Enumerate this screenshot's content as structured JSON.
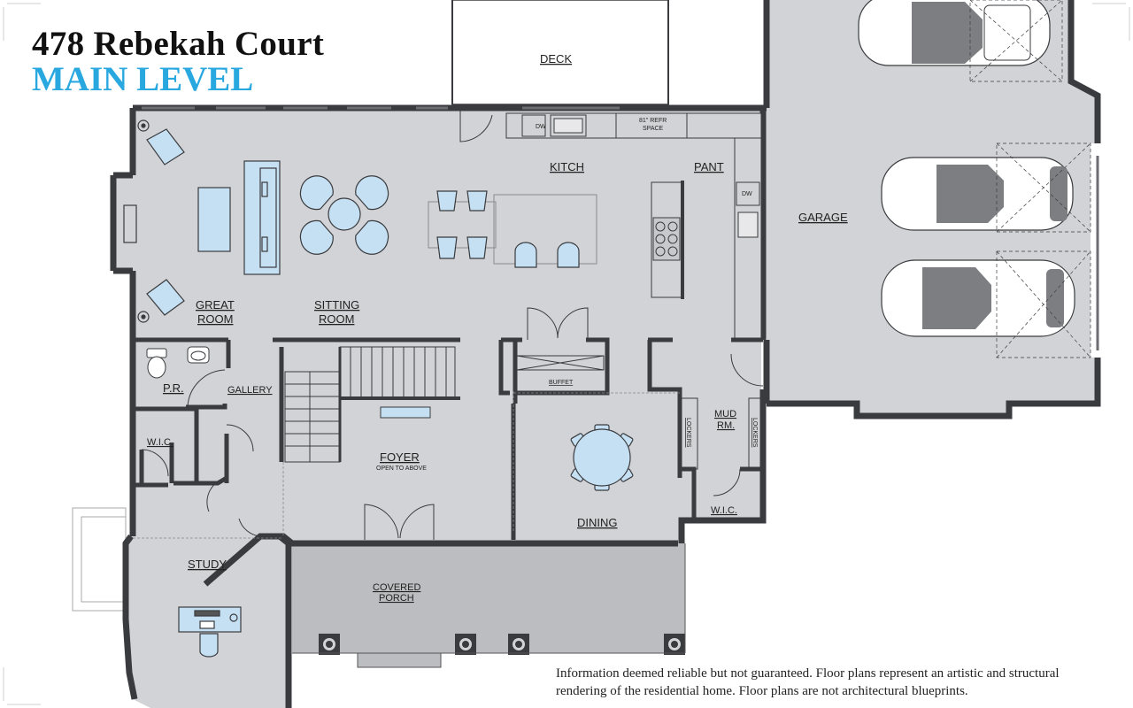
{
  "header": {
    "title": "478 Rebekah Court",
    "subtitle": "MAIN LEVEL"
  },
  "colors": {
    "floor": "#d2d3d6",
    "wall": "#3a3b3e",
    "furniture": "#c5e0f2",
    "title_accent": "#29a8e0"
  },
  "rooms": {
    "deck": "DECK",
    "kitchen": "KITCH",
    "pantry": "PANT",
    "garage": "GARAGE",
    "great_room_1": "GREAT",
    "great_room_2": "ROOM",
    "sitting_room_1": "SITTING",
    "sitting_room_2": "ROOM",
    "powder_room": "P.R.",
    "gallery": "GALLERY",
    "wic_left": "W.I.C.",
    "foyer": "FOYER",
    "foyer_note": "OPEN TO ABOVE",
    "dining": "DINING",
    "buffet": "BUFFET",
    "mud_room_1": "MUD",
    "mud_room_2": "RM.",
    "lockers_left": "LOCKERS",
    "lockers_right": "LOCKERS",
    "wic_right": "W.I.C.",
    "study": "STUDY",
    "covered_porch_1": "COVERED",
    "covered_porch_2": "PORCH"
  },
  "fixtures": {
    "dw_top": "DW",
    "refr_1": "81\" REFR",
    "refr_2": "SPACE",
    "dw_side": "DW"
  },
  "footer": {
    "disclaimer_line1": "Information deemed reliable but not guaranteed. Floor plans represent an artistic and structural",
    "disclaimer_line2": "rendering of the residential home. Floor plans are not architectural blueprints."
  }
}
